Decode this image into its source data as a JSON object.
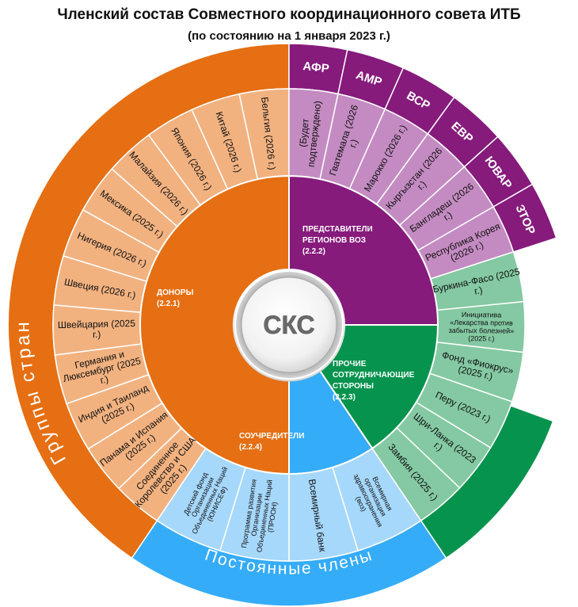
{
  "title": "Членский состав Совместного координационного совета ИТБ",
  "subtitle": "(по состоянию на 1 января 2023 г.)",
  "center": {
    "label": "СКС"
  },
  "colors": {
    "donors_dark": "#E56F12",
    "donors_light": "#F2B280",
    "regions_dark": "#861B7C",
    "regions_light": "#C48BC2",
    "others_dark": "#06934E",
    "others_light": "#84C9A3",
    "cosponsors_dark": "#35ACF7",
    "cosponsors_light": "#A6D8FC"
  },
  "groups": {
    "donors": {
      "label": "ДОНОРЫ",
      "code": "(2.2.1)"
    },
    "regions": {
      "label": "ПРЕДСТАВИТЕЛИ РЕГИОНОВ ВОЗ",
      "code": "(2.2.2)"
    },
    "others": {
      "label": "ПРОЧИЕ СОТРУДНИЧАЮЩИЕ СТОРОНЫ",
      "code": "(2.2.3)"
    },
    "cosponsors": {
      "label": "СОУЧРЕДИТЕЛИ",
      "code": "(2.2.4)"
    }
  },
  "outer_labels": {
    "countries": "Группы стран",
    "permanent": "Постоянные члены"
  },
  "donors_members": [
    "Бельгия (2026 г.)",
    "Китай (2026 г.)",
    "Япония (2026 г.)",
    "Малайзия (2026 г.)",
    "Мексика (2025 г.)",
    "Нигерия (2026 г.)",
    "Швеция (2026 г.)",
    "Швейцария (2025 г.)",
    "Германия и Люксембург (2025 г.)",
    "Индия и Таиланд (2025 г.)",
    "Панама и Испания (2025 г.)",
    "Соединенное Королевство и США (2025 г.)"
  ],
  "regions_members": [
    "(Будет подтверждено)",
    "Гватемала (2026 г.)",
    "Марокко (2026 г.)",
    "Кыргызстан (2026 г.)",
    "Бангладеш (2026 г.)",
    "Республика Корея (2026 г.)"
  ],
  "region_codes": [
    "АФР",
    "АМР",
    "ВСР",
    "ЕВР",
    "ЮВАР",
    "ЗТОР"
  ],
  "others_members": [
    "Буркина-Фасо (2025 г.)",
    "Инициатива «Лекарства против забытых болезней» (2025 г.)",
    "Фонд «Фиокрус» (2025 г.)",
    "Перу (2023 г.)",
    "Шри-Ланка (2023 г.)",
    "Замбия (2025 г.)"
  ],
  "cosponsors_members": [
    "Всемирная организация здравоохранения (воз)",
    "Всемирный банк",
    "Программа развития Организации Объединенных Наций (ПРООН)",
    "Детский фонд Организации Объединенных Наций (ЮНИСЕФ)"
  ]
}
